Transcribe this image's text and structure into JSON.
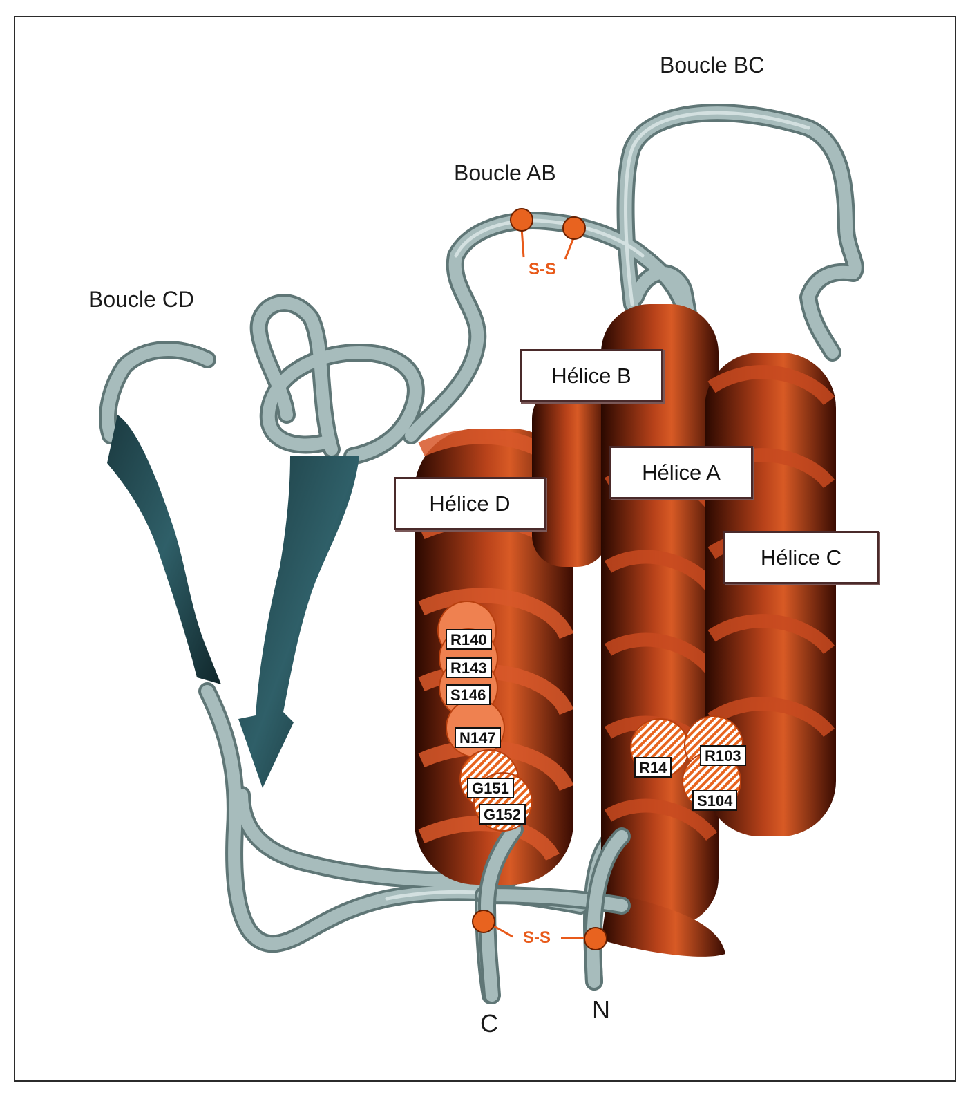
{
  "loops": {
    "bc": "Boucle BC",
    "ab": "Boucle AB",
    "cd": "Boucle CD"
  },
  "helices": {
    "b": "Hélice B",
    "a": "Hélice A",
    "d": "Hélice D",
    "c": "Hélice C"
  },
  "residues": {
    "r140": "R140",
    "r143": "R143",
    "s146": "S146",
    "n147": "N147",
    "g151": "G151",
    "g152": "G152",
    "r14": "R14",
    "r103": "R103",
    "s104": "S104"
  },
  "disulfides": {
    "top": "S-S",
    "bottom": "S-S"
  },
  "termini": {
    "c": "C",
    "n": "N"
  },
  "colors": {
    "helix": "#8a2a0a",
    "helix_highlight": "#d2511f",
    "coil": "#a7bcbc",
    "sheet": "#24484e",
    "disulfide": "#e85a1a",
    "frame": "#2b2b2b"
  }
}
